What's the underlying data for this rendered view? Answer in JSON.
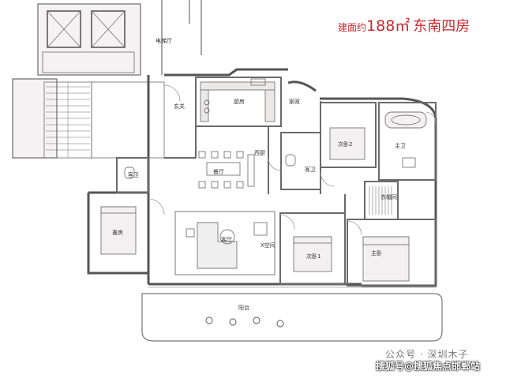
{
  "header": {
    "area_prefix": "建面约",
    "area_value": "188㎡",
    "layout_name": "东南四房"
  },
  "rooms": {
    "elevator_hall": "电梯厅",
    "entrance": "玄关",
    "kitchen": "厨房",
    "family_room": "家政",
    "dining": "餐厅",
    "western_kitchen": "西厨",
    "guest_bath_1": "客卫",
    "guest_bath_2": "客卫",
    "bedroom_secondary_2": "次卧2",
    "master_bath": "主卫",
    "walk_in_closet": "衣帽间",
    "study": "書房",
    "living_room": "客厅",
    "x_space": "X空间",
    "bedroom_secondary_1": "次卧1",
    "master_bedroom": "主卧",
    "balcony": "阳台"
  },
  "watermark": {
    "line1": "公众号 · 深圳木子",
    "line2": "搜狐号@搜狐焦点邯郸站"
  },
  "colors": {
    "accent": "#c8282d",
    "wall": "#5a5a5a",
    "wall_fill": "#e7e2e3",
    "line": "#8a8a8a"
  }
}
